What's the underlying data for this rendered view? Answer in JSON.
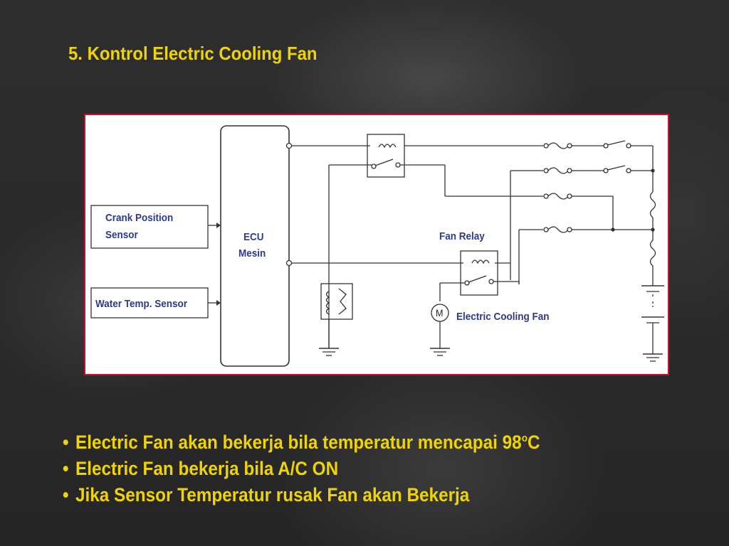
{
  "slide": {
    "title": "5. Kontrol Electric Cooling Fan"
  },
  "diagram": {
    "crank_sensor_line1": "Crank Position",
    "crank_sensor_line2": "Sensor",
    "water_temp_sensor": "Water Temp. Sensor",
    "ecu_line1": "ECU",
    "ecu_line2": "Mesin",
    "fan_relay": "Fan Relay",
    "motor_symbol": "M",
    "cooling_fan": "Electric Cooling Fan"
  },
  "bullets": {
    "bullet_char": "•",
    "item1_text": "Electric Fan akan bekerja bila temperatur mencapai 98",
    "item1_sup": "o",
    "item1_unit": "C",
    "item2_text": "Electric Fan bekerja bila A/C ON",
    "item3_text": "Jika Sensor Temperatur rusak Fan akan Bekerja"
  },
  "colors": {
    "title": "#f0d400",
    "panel_border": "#c8102e",
    "label_blue": "#2d3a8c"
  }
}
